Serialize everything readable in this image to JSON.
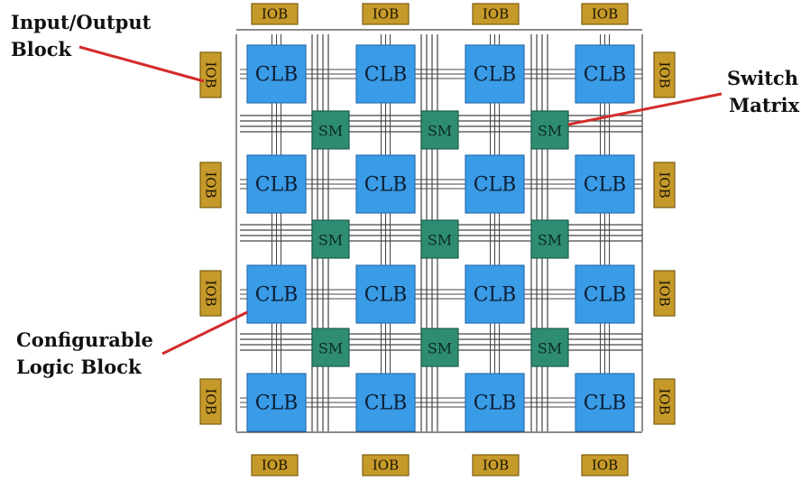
{
  "diagram": {
    "block_labels": {
      "clb": "CLB",
      "sm": "SM",
      "iob": "IOB"
    },
    "callouts": {
      "io_block": [
        "Input/Output",
        "Block"
      ],
      "switch_matrix": [
        "Switch",
        "Matrix"
      ],
      "logic_block": [
        "Configurable",
        "Logic Block"
      ]
    },
    "grid": {
      "clb_rows": 4,
      "clb_cols": 4,
      "sm_rows": 3,
      "sm_cols": 3
    },
    "colors": {
      "clb_fill": "#3a9be6",
      "clb_stroke": "#2a6fb0",
      "sm_fill": "#2e8c72",
      "sm_stroke": "#1d5e4b",
      "iob_fill": "#c69a2a",
      "iob_stroke": "#7a5d12",
      "wire": "#444444",
      "callout_line": "#d42b2b"
    }
  }
}
